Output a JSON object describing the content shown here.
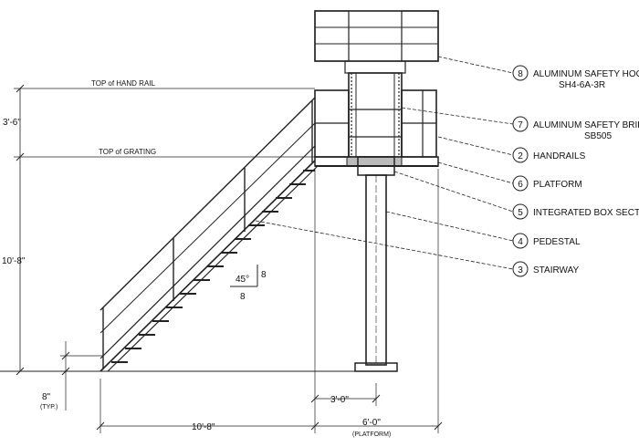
{
  "labels": {
    "top_hand_rail": "TOP of HAND RAIL",
    "top_grating": "TOP of GRATING",
    "dim_3_6": "3'-6\"",
    "dim_10_8_vert": "10'-8\"",
    "dim_8_typ": "8\"",
    "typ": "(TYP.)",
    "dim_10_8_horiz": "10'-8\"",
    "dim_3_0": "3'-0\"",
    "dim_6_0": "6'-0\"",
    "platform_note": "(PLATFORM)",
    "angle": "45°",
    "slope_rise": "8",
    "slope_run": "8"
  },
  "callouts": [
    {
      "num": "8",
      "text": "ALUMINUM SAFETY HOOP",
      "sub": "SH4-6A-3R"
    },
    {
      "num": "7",
      "text": "ALUMINUM SAFETY BRIDGE",
      "sub": "SB505"
    },
    {
      "num": "2",
      "text": "HANDRAILS",
      "sub": ""
    },
    {
      "num": "6",
      "text": "PLATFORM",
      "sub": ""
    },
    {
      "num": "5",
      "text": "INTEGRATED BOX SECTION",
      "sub": ""
    },
    {
      "num": "4",
      "text": "PEDESTAL",
      "sub": ""
    },
    {
      "num": "3",
      "text": "STAIRWAY",
      "sub": ""
    }
  ]
}
